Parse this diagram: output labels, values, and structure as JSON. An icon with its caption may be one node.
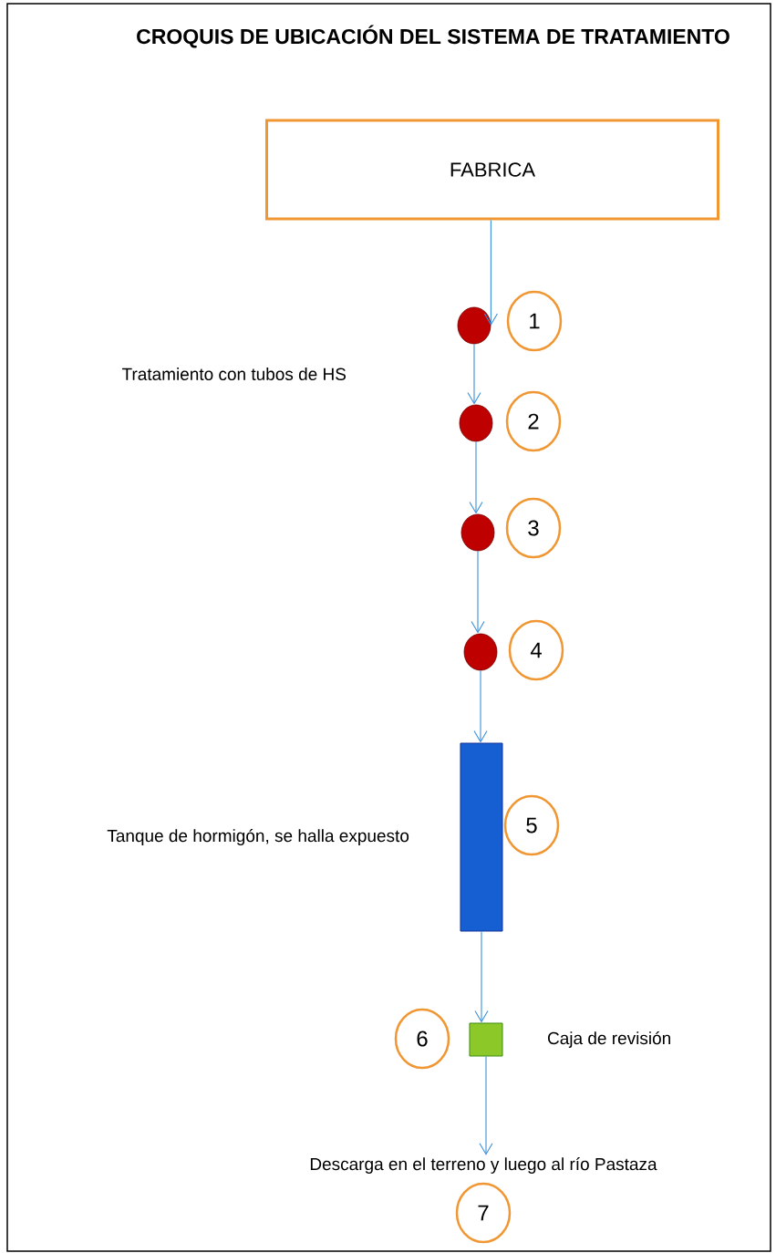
{
  "diagram": {
    "title": "CROQUIS DE UBICACIÓN DEL SISTEMA DE TRATAMIENTO",
    "nodes": [
      {
        "text": [
          "FABRICA"
        ]
      },
      {
        "text": [],
        "shape": "circle"
      },
      {
        "text": [
          "1"
        ]
      },
      {
        "text": [],
        "shape": "circle"
      },
      {
        "text": [
          "2"
        ]
      },
      {
        "text": [],
        "shape": "circle"
      },
      {
        "text": [
          "3"
        ]
      },
      {
        "text": [],
        "shape": "circle"
      },
      {
        "text": [
          "4"
        ]
      },
      {
        "text": [],
        "shape": "bar",
        "beside": [
          "Tanque de hormigón, se halla expuesto"
        ]
      },
      {
        "text": [
          "5"
        ]
      },
      {
        "text": [
          "6"
        ]
      },
      {
        "text": [],
        "shape": "box",
        "beside": [
          "Caja de revisión"
        ]
      },
      {
        "text": [
          "Descarga en el terreno y luego al río Pastaza"
        ]
      },
      {
        "text": [
          "7"
        ]
      }
    ],
    "edges": [
      {
        "from": 0,
        "to": 1,
        "arrow": "to"
      },
      {
        "from": 1,
        "to": 3,
        "arrow": "to"
      },
      {
        "from": 3,
        "to": 5,
        "arrow": "to"
      },
      {
        "from": 5,
        "to": 7,
        "arrow": "to"
      },
      {
        "from": 7,
        "to": 9,
        "arrow": "to"
      },
      {
        "from": 9,
        "to": 12,
        "arrow": "to"
      },
      {
        "from": 12,
        "to": 13,
        "arrow": "to"
      }
    ],
    "labels": [
      "Tratamiento con tubos de HS"
    ]
  }
}
